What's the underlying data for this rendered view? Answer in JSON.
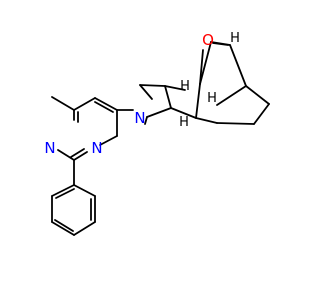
{
  "molecule": {
    "atoms": {
      "o_bridge": "O",
      "n_pyrrolidine": "N",
      "n_pyrimidine_3": "N",
      "n_pyrimidine_1": "N"
    },
    "stereo_h": [
      "H",
      "H",
      "H",
      "H"
    ]
  },
  "colors": {
    "bond": "#000000",
    "oxygen": "#ff0000",
    "nitrogen": "#0000ff",
    "stereo_h": "#000000"
  }
}
